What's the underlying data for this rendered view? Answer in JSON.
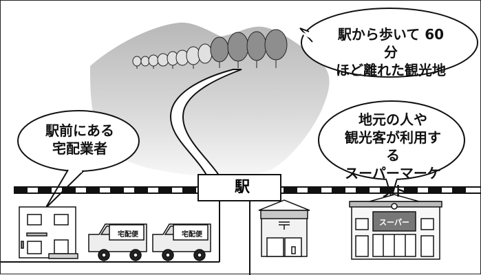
{
  "bubbles": {
    "tourist_spot": [
      "駅から歩いて 60 分",
      "ほど離れた観光地"
    ],
    "delivery": [
      "駅前にある",
      "宅配業者"
    ],
    "supermarket": [
      "地元の人や",
      "観光客が利用する",
      "スーパーマーケット"
    ]
  },
  "station": {
    "label": "駅"
  },
  "vans": [
    {
      "label": "宅配便"
    },
    {
      "label": "宅配便"
    }
  ],
  "supermarket_sign": "スーパー",
  "icons": [
    "mountain-icon",
    "trees-icon",
    "road-icon",
    "railway-icon",
    "office-building-icon",
    "delivery-van-icon",
    "post-office-icon",
    "supermarket-icon",
    "speech-bubble-icon"
  ]
}
